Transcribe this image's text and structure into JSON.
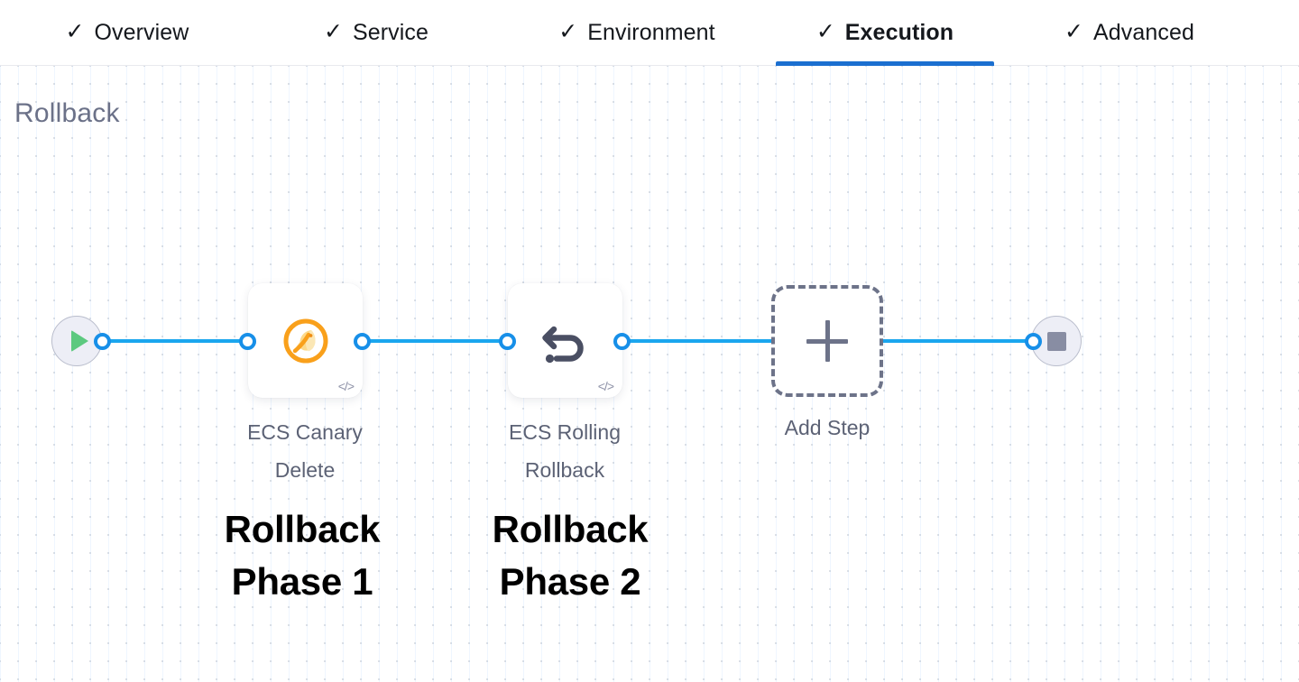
{
  "tabs": [
    {
      "label": "Overview",
      "icon": "check-icon",
      "checked": true,
      "active": false
    },
    {
      "label": "Service",
      "icon": "check-icon",
      "checked": true,
      "active": false
    },
    {
      "label": "Environment",
      "icon": "check-icon",
      "checked": true,
      "active": false
    },
    {
      "label": "Execution",
      "icon": "check-icon",
      "checked": true,
      "active": true
    },
    {
      "label": "Advanced",
      "icon": "check-icon",
      "checked": true,
      "active": false
    }
  ],
  "check_glyph": "✓",
  "canvas": {
    "section_title": "Rollback",
    "start_node": {
      "icon": "play-icon",
      "name": "pipeline-start"
    },
    "end_node": {
      "icon": "stop-icon",
      "name": "pipeline-end"
    },
    "steps": [
      {
        "label": "ECS Canary\nDelete",
        "icon": "ecs-canary-delete-icon",
        "badge": "</>",
        "annotation": "Rollback\nPhase 1"
      },
      {
        "label": "ECS Rolling\nRollback",
        "icon": "rollback-arrow-icon",
        "badge": "</>",
        "annotation": "Rollback\nPhase 2"
      }
    ],
    "add_step": {
      "label": "Add Step",
      "icon": "plus-icon"
    }
  },
  "colors": {
    "accent_blue": "#1b6fd0",
    "edge_blue": "#1ba6ee",
    "title_gray": "#6b7188",
    "canary_orange": "#f7a01e",
    "rollback_dark": "#4a4f63",
    "play_green": "#5cc97f",
    "stop_gray": "#888da3"
  }
}
